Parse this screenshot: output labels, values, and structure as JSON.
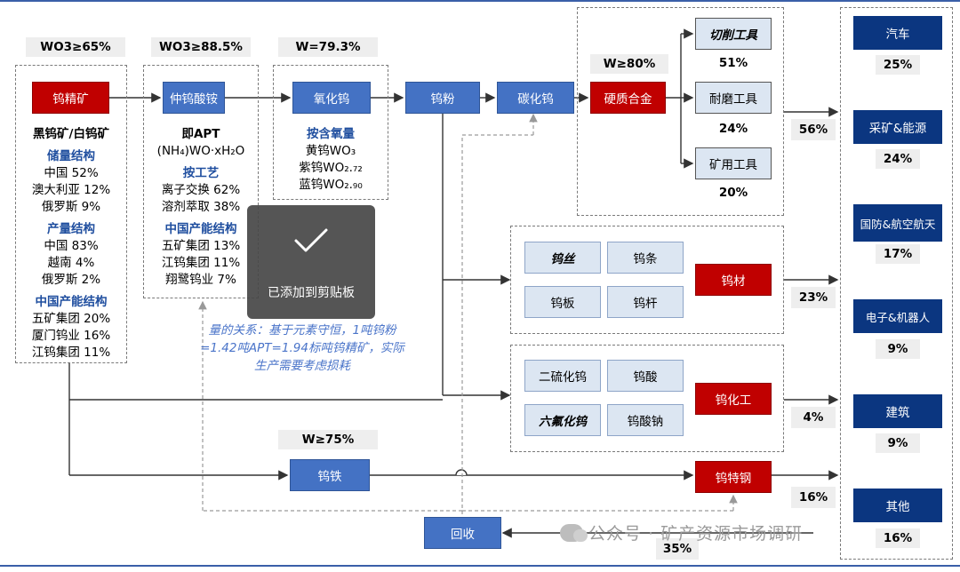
{
  "top_labels": {
    "wo3_65": "WO3≥65%",
    "wo3_885": "WO3≥88.5%",
    "w_793": "W=79.3%",
    "w_80": "W≥80%",
    "w_75": "W≥75%"
  },
  "chain": {
    "concentrate": "钨精矿",
    "apt": "仲钨酸铵",
    "oxide": "氧化钨",
    "powder": "钨粉",
    "carbide": "碳化钨",
    "hard_alloy": "硬质合金",
    "ferro": "钨铁",
    "special_steel": "钨特钢",
    "recycle": "回收"
  },
  "col1": {
    "mineral": "黑钨矿/白钨矿",
    "reserve_title": "储量结构",
    "reserve": [
      "中国 52%",
      "澳大利亚 12%",
      "俄罗斯 9%"
    ],
    "output_title": "产量结构",
    "output": [
      "中国 83%",
      "越南 4%",
      "俄罗斯 2%"
    ],
    "capacity_title": "中国产能结构",
    "capacity": [
      "五矿集团 20%",
      "厦门钨业 16%",
      "江钨集团 11%"
    ]
  },
  "col2": {
    "apt_title": "即APT",
    "formula": "(NH₄)WO·xH₂O",
    "process_title": "按工艺",
    "process": [
      "离子交换 62%",
      "溶剂萃取 38%"
    ],
    "capacity_title": "中国产能结构",
    "capacity": [
      "五矿集团 13%",
      "江钨集团 11%",
      "翔鹭钨业 7%"
    ]
  },
  "col3": {
    "title": "按含氧量",
    "items": [
      "黄钨WO₃",
      "紫钨WO₂.₇₂",
      "蓝钨WO₂.₉₀"
    ]
  },
  "note": [
    "量的关系：基于元素守恒，1吨钨粉",
    "=1.42吨APT=1.94标吨钨精矿，实际",
    "生产需要考虑损耗"
  ],
  "tools": [
    {
      "name": "切削工具",
      "pct": "51%"
    },
    {
      "name": "耐磨工具",
      "pct": "24%"
    },
    {
      "name": "矿用工具",
      "pct": "20%"
    }
  ],
  "materials": {
    "group": "钨材",
    "items": [
      "钨丝",
      "钨条",
      "钨板",
      "钨杆"
    ],
    "pct": "23%"
  },
  "chemicals": {
    "group": "钨化工",
    "items": [
      "二硫化钨",
      "钨酸",
      "六氟化钨",
      "钨酸钠"
    ],
    "pct": "4%"
  },
  "flow_pct": {
    "hard_alloy": "56%",
    "special_steel": "16%",
    "recycle": "35%"
  },
  "end_uses": [
    {
      "name": "汽车",
      "pct": "25%"
    },
    {
      "name": "采矿&能源",
      "pct": "24%"
    },
    {
      "name": "国防&航空航天",
      "pct": "17%"
    },
    {
      "name": "电子&机器人",
      "pct": "9%"
    },
    {
      "name": "建筑",
      "pct": "9%"
    },
    {
      "name": "其他",
      "pct": "16%"
    }
  ],
  "toast": {
    "message": "已添加到剪贴板",
    "icon": "check-icon"
  },
  "watermark": "公众号 · 矿产资源市场调研",
  "colors": {
    "navy": "#0b3680",
    "blue": "#4472c4",
    "red": "#c00000",
    "light_blue": "#dce6f2",
    "note_blue": "#4a74c9"
  }
}
